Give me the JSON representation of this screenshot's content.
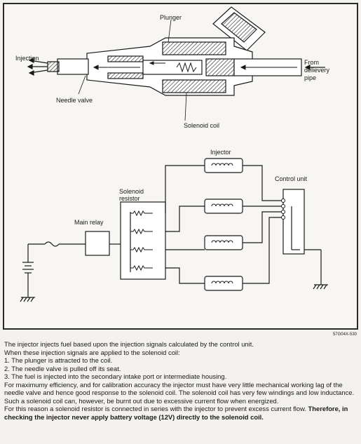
{
  "labels": {
    "plunger": "Plunger",
    "injection": "Injection",
    "from_delivery_pipe": [
      "From",
      "delievery",
      "pipe"
    ],
    "needle_valve": "Needle valve",
    "solenoid_coil": "Solenoid coil",
    "injector": "Injector",
    "control_unit": "Control unit",
    "solenoid_resistor": [
      "Solenoid",
      "resistor"
    ],
    "main_relay": "Main relay"
  },
  "figure_code": "57G04X-530",
  "body": {
    "intro": "The injector injects fuel based upon the injection signals calculated by the control unit.",
    "lead": "When these injection signals are applied to the solenoid coil:",
    "steps": [
      "1. The plunger is attracted to the coil.",
      "2. The needle valve is pulled off its seat.",
      "3. The fuel is injected into the secondary intake port or intermediate housing."
    ],
    "para1": "For maximumy efficiency, and for calibration accuracy the injector must have very little mechanical working lag of the needle valve and hence good response to the solenoid coil. The solenoid coil has very few windings and low inductance. Such a solenoid coil can, however, be burnt out due to excessive current flow when energized.",
    "para2_normal": "For this reason a solenoid resistor is connected in series with the injector to prevent excess current flow. ",
    "para2_bold": "Therefore, in checking the injector never apply battery voltage (12V) directly to the solenoid coil."
  }
}
